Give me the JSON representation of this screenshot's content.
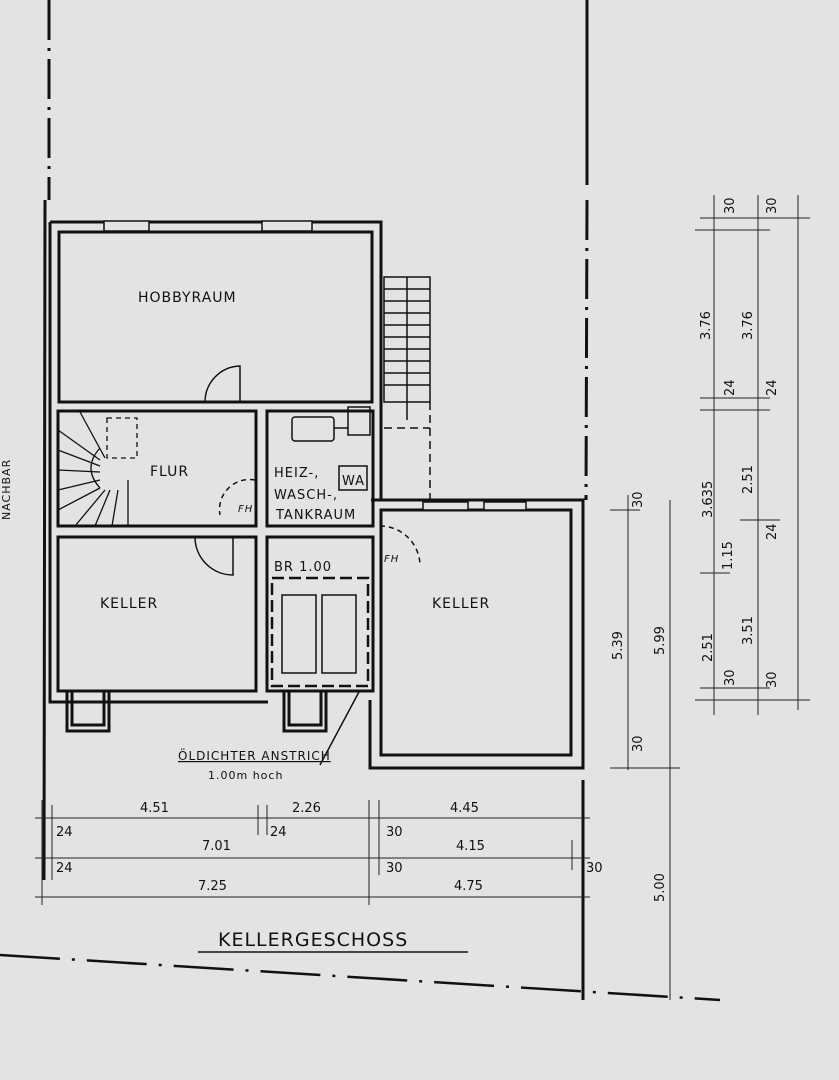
{
  "drawing": {
    "title": "KELLERGESCHOSS",
    "neighbor_label": "NACHBAR",
    "note": {
      "line1": "ÖLDICHTER ANSTRICH",
      "line2": "1.00m hoch"
    },
    "rooms": {
      "hobbyraum": "HOBBYRAUM",
      "flur": "FLUR",
      "heiz": {
        "line1": "HEIZ-,",
        "line2": "WASCH-,",
        "line3": "TANKRAUM"
      },
      "wa": "WA",
      "br": "BR 1.00",
      "keller_left": "KELLER",
      "keller_right": "KELLER"
    },
    "door_marks": {
      "fh1": "FH",
      "fh2": "FH"
    },
    "dims_bottom": {
      "row1": [
        "4.51",
        "2.26",
        "4.45"
      ],
      "row1_small": [
        "24",
        "24",
        "30"
      ],
      "row2": [
        "7.01",
        "4.15"
      ],
      "row2_small": [
        "24",
        "30",
        "30"
      ],
      "row3": [
        "7.25",
        "4.75"
      ]
    },
    "dims_right": {
      "col_a": [
        "30",
        "5.39",
        "30"
      ],
      "col_b": [
        "5.99",
        "5.00"
      ],
      "col_c": [
        "30",
        "3.76",
        "24",
        "3.635",
        "1.15",
        "2.51",
        "30"
      ],
      "col_d": [
        "30",
        "3.76",
        "24",
        "2.51",
        "24",
        "3.51",
        "30"
      ]
    }
  }
}
